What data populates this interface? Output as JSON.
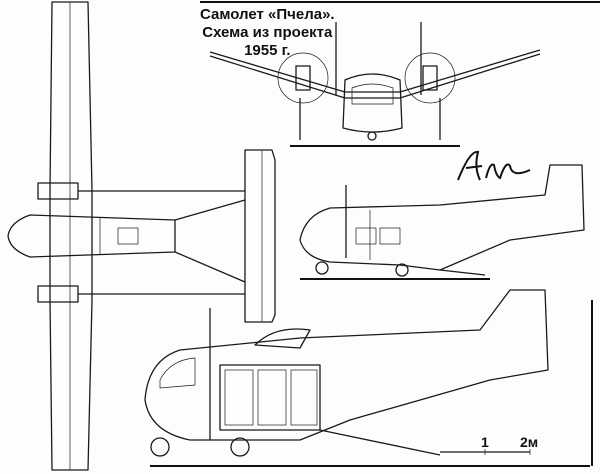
{
  "title": {
    "line1": "Самолет «Пчела».",
    "line2": "Схема из проекта",
    "line3": "1955 г."
  },
  "logo": {
    "text": "Ан"
  },
  "scale_bar": {
    "mark_1": "1",
    "mark_2": "2м"
  },
  "colors": {
    "ink": "#1a1a1a",
    "paper": "#fdfdfd"
  }
}
